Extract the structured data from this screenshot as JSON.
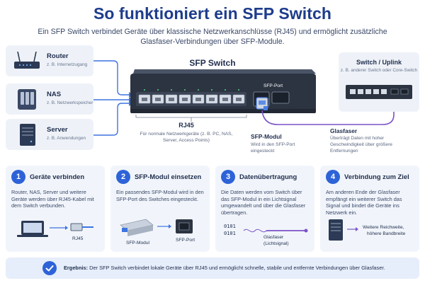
{
  "header": {
    "title": "So funktioniert ein SFP Switch",
    "subtitle": "Ein SFP Switch verbindet Geräte über klassische Netzwerkanschlüsse (RJ45) und ermöglicht zusätzliche Glasfaser-Verbindungen über SFP-Module."
  },
  "devices": [
    {
      "name": "Router",
      "sub": "z. B. Internetzugang",
      "icon": "router-icon"
    },
    {
      "name": "NAS",
      "sub": "z. B. Netzwerkspeicher",
      "icon": "nas-icon"
    },
    {
      "name": "Server",
      "sub": "z. B. Anwendungen",
      "icon": "server-icon"
    }
  ],
  "switch": {
    "title": "SFP Switch",
    "sfp_port_label": "SFP-Port"
  },
  "rj45": {
    "title": "RJ45",
    "desc": "Für normale Netzwerkgeräte (z. B. PC, NAS, Server, Access Points)"
  },
  "sfp_module": {
    "title": "SFP-Modul",
    "desc": "Wird in den SFP-Port eingesteckt"
  },
  "glasfaser": {
    "title": "Glasfaser",
    "desc": "Überträgt Daten mit hoher Geschwindigkeit über größere Entfernungen"
  },
  "uplink": {
    "title": "Switch / Uplink",
    "sub": "z. B. anderer Switch oder Core-Switch"
  },
  "steps": [
    {
      "number": "1",
      "title": "Geräte verbinden",
      "desc": "Router, NAS, Server und weitere Geräte werden über RJ45-Kabel mit dem Switch verbunden.",
      "labels": [
        "RJ45"
      ]
    },
    {
      "number": "2",
      "title": "SFP-Modul einsetzen",
      "desc": "Ein passendes SFP-Modul wird in den SFP-Port des Switches eingesteckt.",
      "labels": [
        "SFP-Modul",
        "SFP-Port"
      ]
    },
    {
      "number": "3",
      "title": "Datenübertragung",
      "desc": "Die Daten werden vom Switch über das SFP-Modul in ein Lichtsignal umgewandelt und über die Glasfaser übertragen.",
      "labels": [
        "0101",
        "0101",
        "Glasfaser",
        "(Lichtsignal)"
      ]
    },
    {
      "number": "4",
      "title": "Verbindung zum Ziel",
      "desc": "Am anderen Ende der Glasfaser empfängt ein weiterer Switch das Signal und bindet die Geräte ins Netzwerk ein.",
      "labels": [
        "Weitere Reichweite,",
        "höhere Bandbreite"
      ]
    }
  ],
  "result": {
    "label": "Ergebnis:",
    "text": "Der SFP Switch verbindet lokale Geräte über RJ45 und ermöglicht schnelle, stabile und entfernte Verbindungen über Glasfaser."
  },
  "colors": {
    "accent": "#2e63d8",
    "fiber": "#7b52c7",
    "switch_body": "#2c3442",
    "card_bg": "#eef2f8"
  }
}
